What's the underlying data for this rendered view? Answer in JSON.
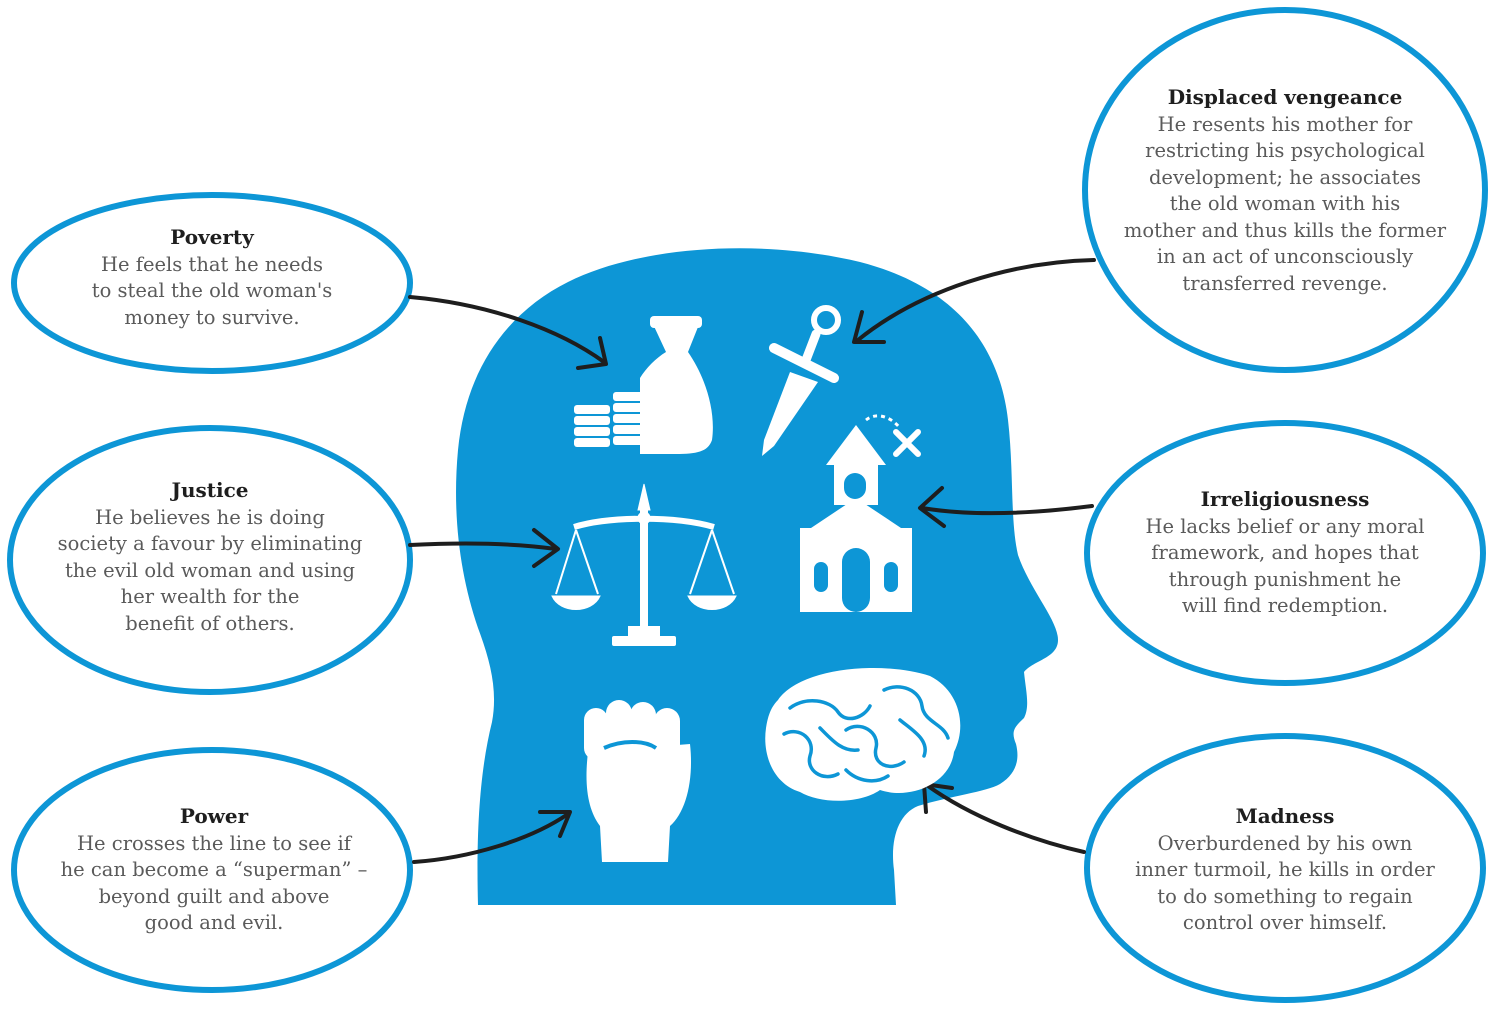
{
  "colors": {
    "accent_blue": "#0d96d6",
    "icon_white": "#ffffff",
    "arrow": "#1e1e1e",
    "body_text": "#5a5a5a",
    "title_text": "#1e1e1e"
  },
  "center": {
    "figure": "head-silhouette",
    "icons": [
      "money-bag-icon",
      "dagger-icon",
      "church-icon",
      "scales-icon",
      "fist-icon",
      "brain-icon"
    ]
  },
  "motives": [
    {
      "title": "Poverty",
      "text": "He feels that he needs\nto steal the old woman's\nmoney to survive.",
      "icon": "money-bag-icon"
    },
    {
      "title": "Justice",
      "text": "He believes he is doing\nsociety a favour by eliminating\nthe evil old woman and using\nher wealth for the\nbenefit of others.",
      "icon": "scales-icon"
    },
    {
      "title": "Power",
      "text": "He crosses the line to see if\nhe can become a “superman” –\nbeyond guilt and above\ngood and evil.",
      "icon": "fist-icon"
    },
    {
      "title": "Displaced vengeance",
      "text": "He resents his mother for\nrestricting his psychological\ndevelopment; he associates\nthe old woman with his\nmother and thus kills the former\nin an act of unconsciously\ntransferred revenge.",
      "icon": "dagger-icon"
    },
    {
      "title": "Irreligiousness",
      "text": "He lacks belief or any moral\nframework, and hopes that\nthrough punishment he\nwill find redemption.",
      "icon": "church-icon"
    },
    {
      "title": "Madness",
      "text": "Overburdened by his own\ninner turmoil, he kills in order\nto do something to regain\ncontrol over himself.",
      "icon": "brain-icon"
    }
  ]
}
